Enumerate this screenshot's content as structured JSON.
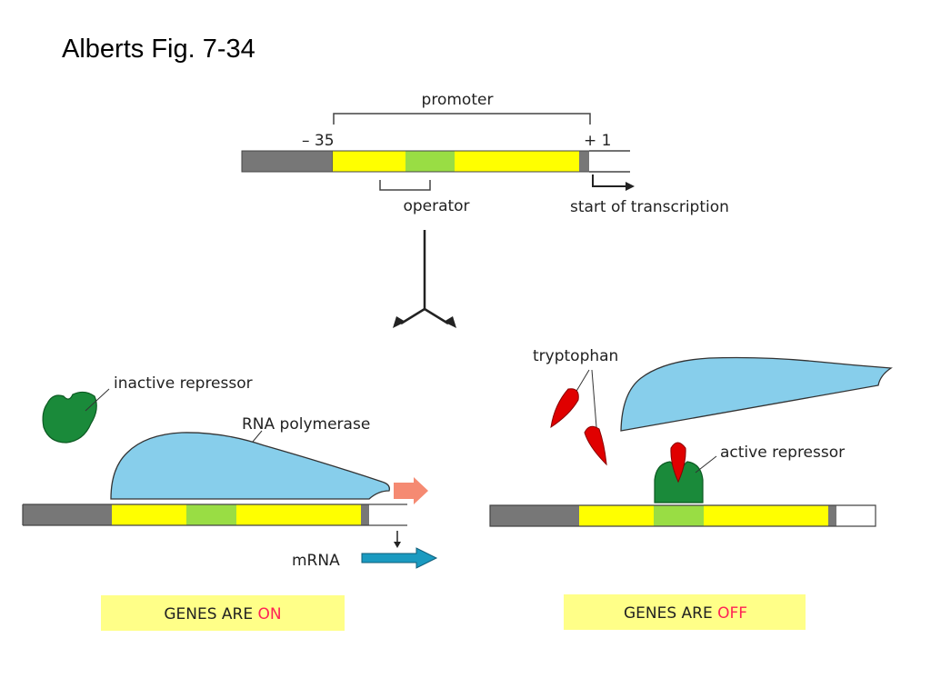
{
  "title": "Alberts Fig. 7-34",
  "top_panel": {
    "promoter_label": "promoter",
    "minus_label": "– 35",
    "plus_label": "+ 1",
    "operator_label": "operator",
    "start_label": "start of transcription"
  },
  "left_panel": {
    "inactive_repressor_label": "inactive repressor",
    "rna_polymerase_label": "RNA polymerase",
    "mrna_label": "mRNA",
    "status_prefix": "GENES ARE ",
    "status_word": "ON"
  },
  "right_panel": {
    "tryptophan_label": "tryptophan",
    "active_repressor_label": "active repressor",
    "status_prefix": "GENES ARE ",
    "status_word": "OFF"
  },
  "colors": {
    "dna_gray": "#777777",
    "promoter_yellow": "#ffff00",
    "operator_green": "#99dd44",
    "polymerase_blue": "#87ceeb",
    "repressor_green": "#1a8a3a",
    "tryptophan_red": "#e00000",
    "mrna_blue": "#1a9ac0",
    "motion_arrow_salmon": "#f58a72",
    "status_box": "#ffff88",
    "status_word": "#ff2255"
  }
}
